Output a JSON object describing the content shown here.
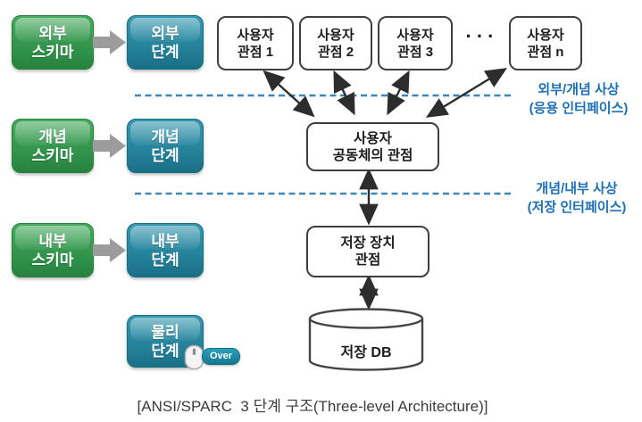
{
  "left_rows": [
    {
      "schema": [
        "외부",
        "스키마"
      ],
      "level": [
        "외부",
        "단계"
      ]
    },
    {
      "schema": [
        "개념",
        "스키마"
      ],
      "level": [
        "개념",
        "단계"
      ]
    },
    {
      "schema": [
        "내부",
        "스키마"
      ],
      "level": [
        "내부",
        "단계"
      ]
    }
  ],
  "physical": {
    "level": [
      "물리",
      "단계"
    ],
    "badge": "Over"
  },
  "user_views": [
    {
      "line1": "사용자",
      "line2": "관점 1"
    },
    {
      "line1": "사용자",
      "line2": "관점 2"
    },
    {
      "line1": "사용자",
      "line2": "관점 3"
    },
    {
      "line1": "사용자",
      "line2": "관점 n"
    }
  ],
  "ellipsis": "···",
  "community_box": {
    "line1": "사용자",
    "line2": "공동체의 관점"
  },
  "storage_box": {
    "line1": "저장 장치",
    "line2": "관점"
  },
  "database": {
    "label": "저장 DB"
  },
  "mappings": [
    {
      "title": "외부/개념 사상",
      "subtitle": "(응용 인터페이스)"
    },
    {
      "title": "개념/내부 사상",
      "subtitle": "(저장 인터페이스)"
    }
  ],
  "caption": "[ANSI/SPARC  3 단계 구조(Three-level Architecture)]",
  "colors": {
    "schema_green": "#2f9048",
    "level_teal": "#217e96",
    "mapping_dash_blue": "#3c87b5",
    "mapping_label_blue": "#1e6fb5",
    "flow_arrow_gray": "#9c9c9c",
    "box_border": "#3f3f3f"
  }
}
